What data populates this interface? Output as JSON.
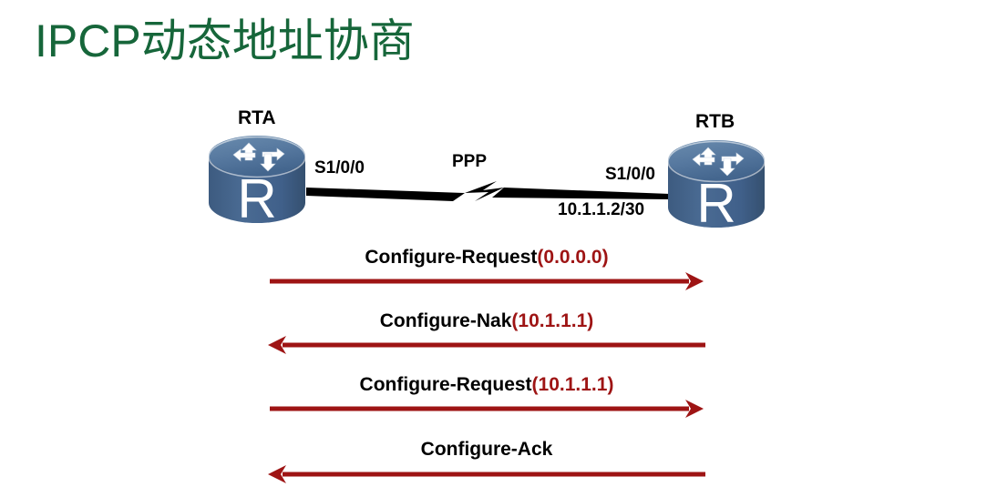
{
  "slide": {
    "title": "IPCP动态地址协商",
    "title_color": "#16663a",
    "background": "#ffffff"
  },
  "topology": {
    "link_protocol_label": "PPP",
    "link_color": "#000000",
    "nodes": [
      {
        "id": "rta",
        "name": "RTA",
        "icon": "router-icon",
        "interface": "S1/0/0",
        "ip_address": ""
      },
      {
        "id": "rtb",
        "name": "RTB",
        "icon": "router-icon",
        "interface": "S1/0/0",
        "ip_address": "10.1.1.2/30"
      }
    ]
  },
  "messages": [
    {
      "name": "Configure-Request",
      "value": "(0.0.0.0)",
      "direction": "right",
      "from": "RTA",
      "to": "RTB"
    },
    {
      "name": "Configure-Nak",
      "value": "(10.1.1.1)",
      "direction": "left",
      "from": "RTB",
      "to": "RTA"
    },
    {
      "name": "Configure-Request",
      "value": "(10.1.1.1)",
      "direction": "right",
      "from": "RTA",
      "to": "RTB"
    },
    {
      "name": "Configure-Ack",
      "value": "",
      "direction": "left",
      "from": "RTB",
      "to": "RTA"
    }
  ],
  "colors": {
    "title_green": "#16663a",
    "arrow_red": "#9e1414",
    "router_body": "#44648c",
    "router_top": "#5b7ea3",
    "label_black": "#000000"
  }
}
